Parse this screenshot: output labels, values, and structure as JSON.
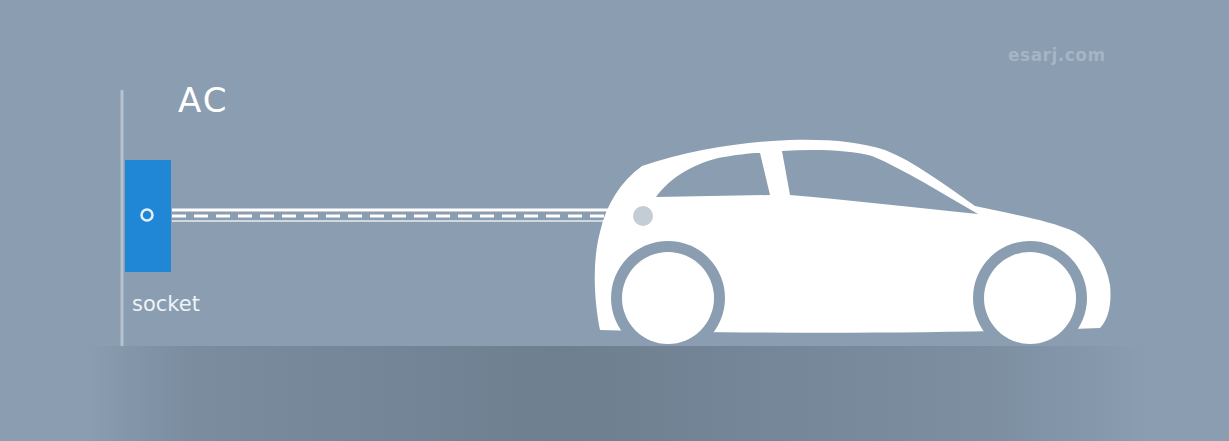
{
  "diagram": {
    "nodes": [
      {
        "text": [
          "socket"
        ]
      }
    ],
    "labels": [
      "AC",
      "esarj.com"
    ]
  }
}
